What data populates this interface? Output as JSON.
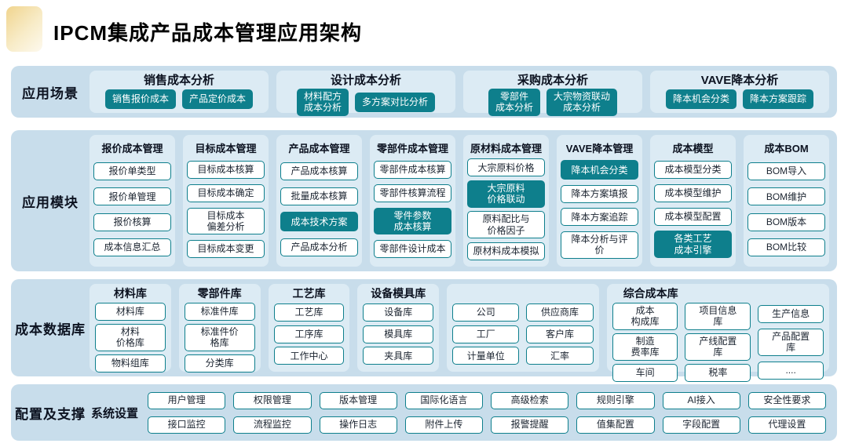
{
  "title": "IPCM集成产品成本管理应用架构",
  "colors": {
    "teal": "#0e7f8c",
    "band_bg": "#c8ddeb",
    "panel_bg": "#dcebf4",
    "logo_yellow": "#f0d48e"
  },
  "bands": [
    {
      "label": "应用场景",
      "groups": [
        {
          "header": "销售成本分析",
          "items": [
            {
              "text": "销售报价成本",
              "style": "teal"
            },
            {
              "text": "产品定价成本",
              "style": "teal"
            }
          ]
        },
        {
          "header": "设计成本分析",
          "items": [
            {
              "text": "材料配方\n成本分析",
              "style": "teal"
            },
            {
              "text": "多方案对比分析",
              "style": "teal"
            }
          ]
        },
        {
          "header": "采购成本分析",
          "items": [
            {
              "text": "零部件\n成本分析",
              "style": "teal"
            },
            {
              "text": "大宗物资联动\n成本分析",
              "style": "teal"
            }
          ]
        },
        {
          "header": "VAVE降本分析",
          "items": [
            {
              "text": "降本机会分类",
              "style": "teal"
            },
            {
              "text": "降本方案跟踪",
              "style": "teal"
            }
          ]
        }
      ]
    },
    {
      "label": "应用模块",
      "columns": [
        {
          "header": "报价成本管理",
          "items": [
            {
              "text": "报价单类型"
            },
            {
              "text": "报价单管理"
            },
            {
              "text": "报价核算"
            },
            {
              "text": "成本信息汇总"
            }
          ]
        },
        {
          "header": "目标成本管理",
          "items": [
            {
              "text": "目标成本核算"
            },
            {
              "text": "目标成本确定"
            },
            {
              "text": "目标成本\n偏差分析"
            },
            {
              "text": "目标成本变更"
            }
          ]
        },
        {
          "header": "产品成本管理",
          "items": [
            {
              "text": "产品成本核算"
            },
            {
              "text": "批量成本核算"
            },
            {
              "text": "成本技术方案",
              "style": "teal"
            },
            {
              "text": "产品成本分析"
            }
          ]
        },
        {
          "header": "零部件成本管理",
          "items": [
            {
              "text": "零部件成本核算"
            },
            {
              "text": "零部件核算流程"
            },
            {
              "text": "零件参数\n成本核算",
              "style": "teal"
            },
            {
              "text": "零部件设计成本"
            }
          ]
        },
        {
          "header": "原材料成本管理",
          "items": [
            {
              "text": "大宗原料价格"
            },
            {
              "text": "大宗原料\n价格联动",
              "style": "teal"
            },
            {
              "text": "原料配比与\n价格因子"
            },
            {
              "text": "原材料成本模拟"
            }
          ]
        },
        {
          "header": "VAVE降本管理",
          "items": [
            {
              "text": "降本机会分类",
              "style": "teal"
            },
            {
              "text": "降本方案填报"
            },
            {
              "text": "降本方案追踪"
            },
            {
              "text": "降本分析与评\n价"
            }
          ]
        },
        {
          "header": "成本模型",
          "items": [
            {
              "text": "成本模型分类"
            },
            {
              "text": "成本模型维护"
            },
            {
              "text": "成本模型配置"
            },
            {
              "text": "各类工艺\n成本引擎",
              "style": "teal"
            }
          ]
        },
        {
          "header": "成本BOM",
          "items": [
            {
              "text": "BOM导入"
            },
            {
              "text": "BOM维护"
            },
            {
              "text": "BOM版本"
            },
            {
              "text": "BOM比较"
            }
          ]
        }
      ]
    },
    {
      "label": "成本数据库",
      "groups": [
        {
          "header": "材料库",
          "columns": [
            [
              "材料库",
              "材料\n价格库",
              "物料组库"
            ]
          ]
        },
        {
          "header": "零部件库",
          "columns": [
            [
              "标准件库",
              "标准件价\n格库",
              "分类库"
            ]
          ]
        },
        {
          "header": "工艺库",
          "columns": [
            [
              "工艺库",
              "工序库",
              "工作中心"
            ]
          ]
        },
        {
          "header": "设备模具库",
          "columns": [
            [
              "设备库",
              "模具库",
              "夹具库"
            ]
          ]
        },
        {
          "header": "",
          "columns": [
            [
              "公司",
              "工厂",
              "计量单位"
            ],
            [
              "供应商库",
              "客户库",
              "汇率"
            ]
          ]
        },
        {
          "header": "综合成本库",
          "header_align": "left",
          "columns": [
            [
              "成本\n构成库",
              "制造\n费率库",
              "车间"
            ],
            [
              "项目信息\n库",
              "产线配置\n库",
              "税率"
            ],
            [
              "生产信息",
              "产品配置\n库",
              "...."
            ]
          ]
        }
      ]
    },
    {
      "label": "配置及支撑",
      "inline_label": "系统设置",
      "rows": [
        [
          "用户管理",
          "权限管理",
          "版本管理",
          "国际化语言",
          "高级检索",
          "规则引擎",
          "AI接入",
          "安全性要求"
        ],
        [
          "接口监控",
          "流程监控",
          "操作日志",
          "附件上传",
          "报警提醒",
          "值集配置",
          "字段配置",
          "代理设置"
        ]
      ]
    }
  ]
}
